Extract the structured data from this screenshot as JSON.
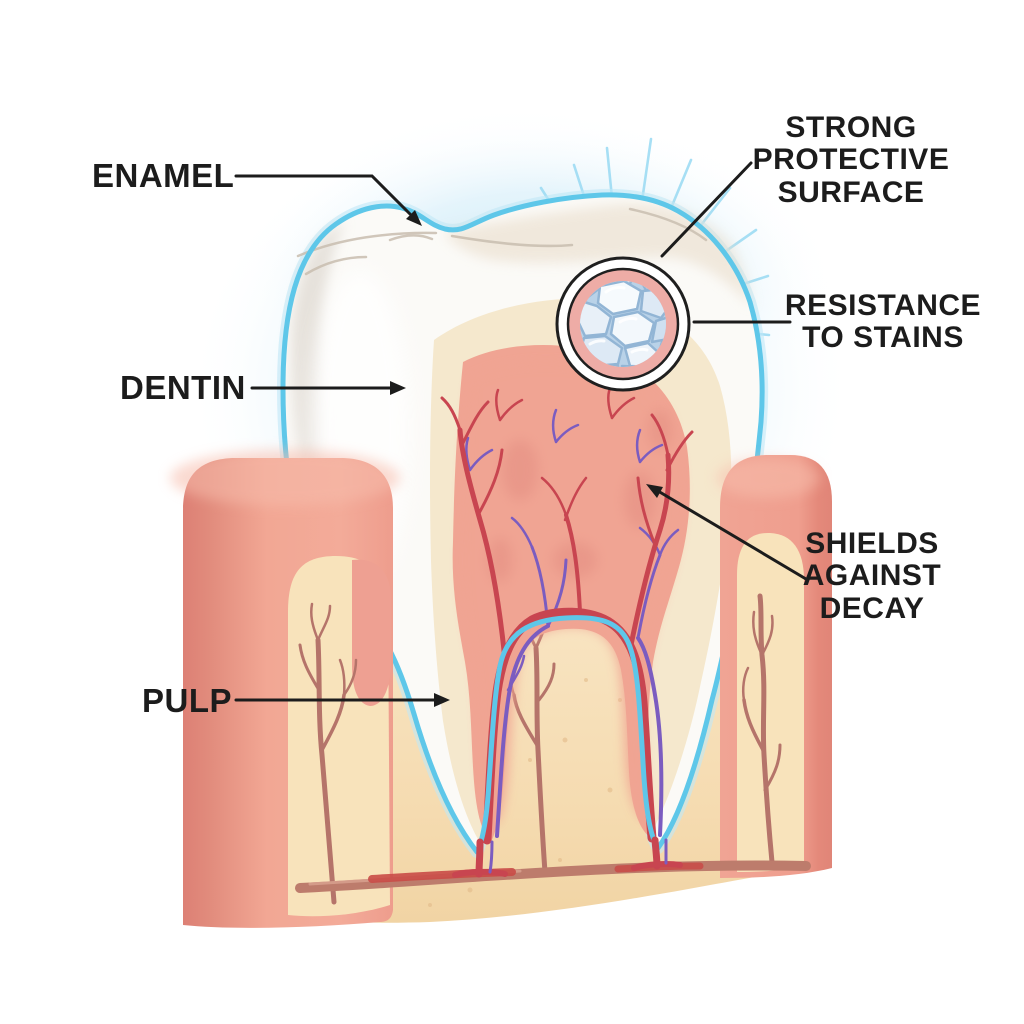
{
  "diagram": {
    "type": "dental-anatomy-illustration",
    "subject": "Cross-section of a molar tooth in gum and jaw bone with a circular magnifier inset of the enamel crystal structure",
    "part_labels": [
      {
        "id": "enamel",
        "text": "ENAMEL"
      },
      {
        "id": "dentin",
        "text": "DENTIN"
      },
      {
        "id": "pulp",
        "text": "PULP"
      }
    ],
    "benefit_labels": [
      {
        "id": "strong-protective-surface",
        "text": "STRONG PROTECTIVE SURFACE"
      },
      {
        "id": "resistance-to-stains",
        "text": "RESISTANCE TO STAINS"
      },
      {
        "id": "shields-against-decay",
        "text": "SHIELDS AGAINST DECAY"
      }
    ],
    "magnifier_inset": {
      "shows": "enamel crystal structure"
    },
    "colors": {
      "enamel_outline_blue": "#5ec7e9",
      "enamel_white": "#fbfaf7",
      "dentin_cream": "#f5e8cd",
      "pulp_salmon": "#f0a493",
      "pulp_inner_pink": "#e8938a",
      "gum_pink": "#ef9f90",
      "bone_tan": "#f6ddb6",
      "vessel_red": "#c84550",
      "nerve_purple": "#7b5cc0",
      "bone_vessel_brown": "#bd7c6c",
      "sparkle_blue": "#9edcf4",
      "label_black": "#1c1c1c"
    }
  }
}
